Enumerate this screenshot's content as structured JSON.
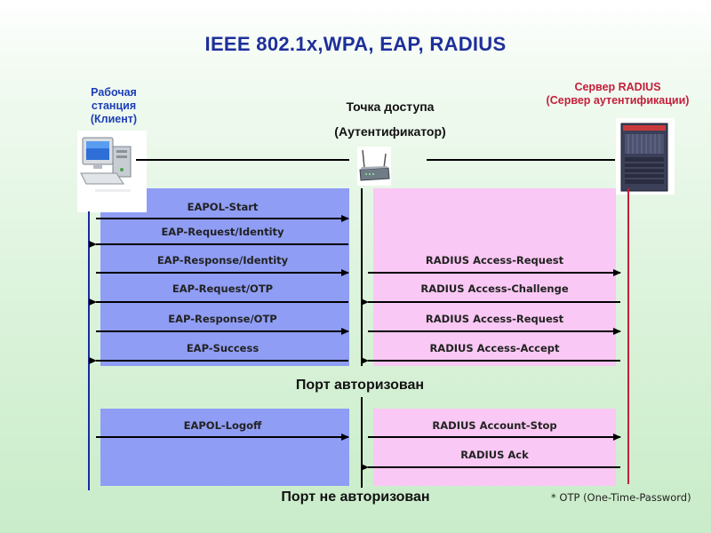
{
  "title": "IEEE 802.1x,WPA,  EAP, RADIUS",
  "client": {
    "line1": "Рабочая",
    "line2": "станция",
    "line3": "(Клиент)"
  },
  "authenticator": {
    "line1": "Точка доступа",
    "line2": "(Аутентификатор)"
  },
  "server": {
    "line1": "Сервер RADIUS",
    "line2": "(Сервер аутентификации)"
  },
  "left_messages": [
    "EAPOL-Start",
    "EAP-Request/Identity",
    "EAP-Response/Identity",
    "EAP-Request/OTP",
    "EAP-Response/OTP",
    "EAP-Success"
  ],
  "right_messages": [
    "RADIUS  Access-Request",
    "RADIUS  Access-Challenge",
    "RADIUS  Access-Request",
    "RADIUS  Access-Accept"
  ],
  "status_authorized": "Порт авторизован",
  "logoff_left": "EAPOL-Logoff",
  "logoff_right": [
    "RADIUS  Account-Stop",
    "RADIUS  Ack"
  ],
  "status_unauthorized": "Порт не авторизован",
  "footnote": "* OTP (One-Time-Password)",
  "colors": {
    "client_line": "#1a2aa0",
    "server_line": "#c41e3a",
    "panel_blue": "#8f9df5",
    "panel_pink": "#f9c8f4",
    "arrow": "#000000"
  }
}
